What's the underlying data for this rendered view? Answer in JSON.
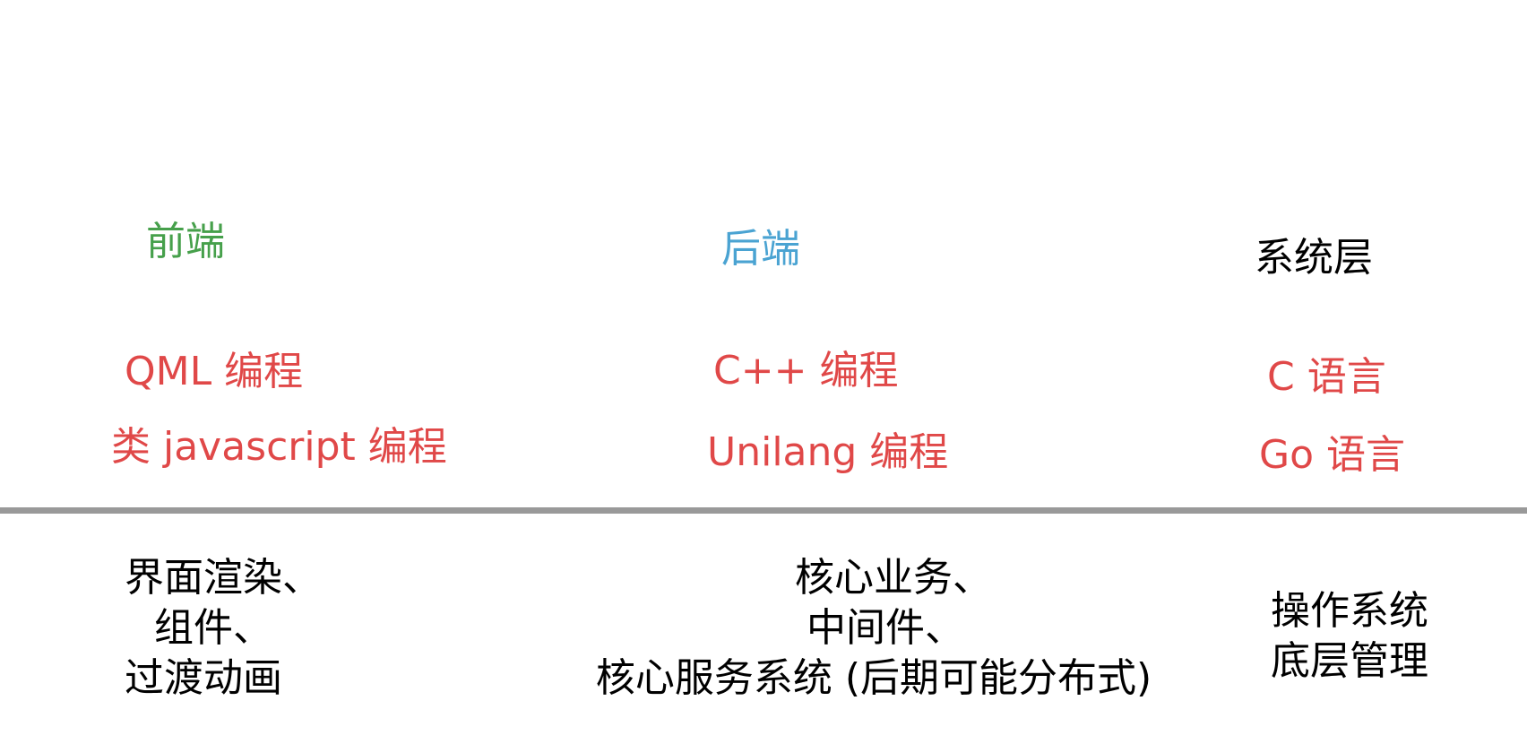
{
  "layers": [
    {
      "title": "前端",
      "title_color": "#46a04b",
      "languages": [
        "QML 编程",
        "类 javascript 编程"
      ],
      "description_lines": [
        "界面渲染、",
        "组件、",
        "过渡动画"
      ]
    },
    {
      "title": "后端",
      "title_color": "#4aa3d2",
      "languages": [
        "C++ 编程",
        "Unilang 编程"
      ],
      "description_lines": [
        "核心业务、",
        "中间件、",
        "核心服务系统 (后期可能分布式)"
      ]
    },
    {
      "title": "系统层",
      "title_color": "#000000",
      "languages": [
        "C 语言",
        "Go 语言"
      ],
      "description_lines": [
        "操作系统",
        "底层管理"
      ]
    }
  ],
  "colors": {
    "language_text": "#e04848",
    "description_text": "#000000",
    "divider": "#999999"
  }
}
